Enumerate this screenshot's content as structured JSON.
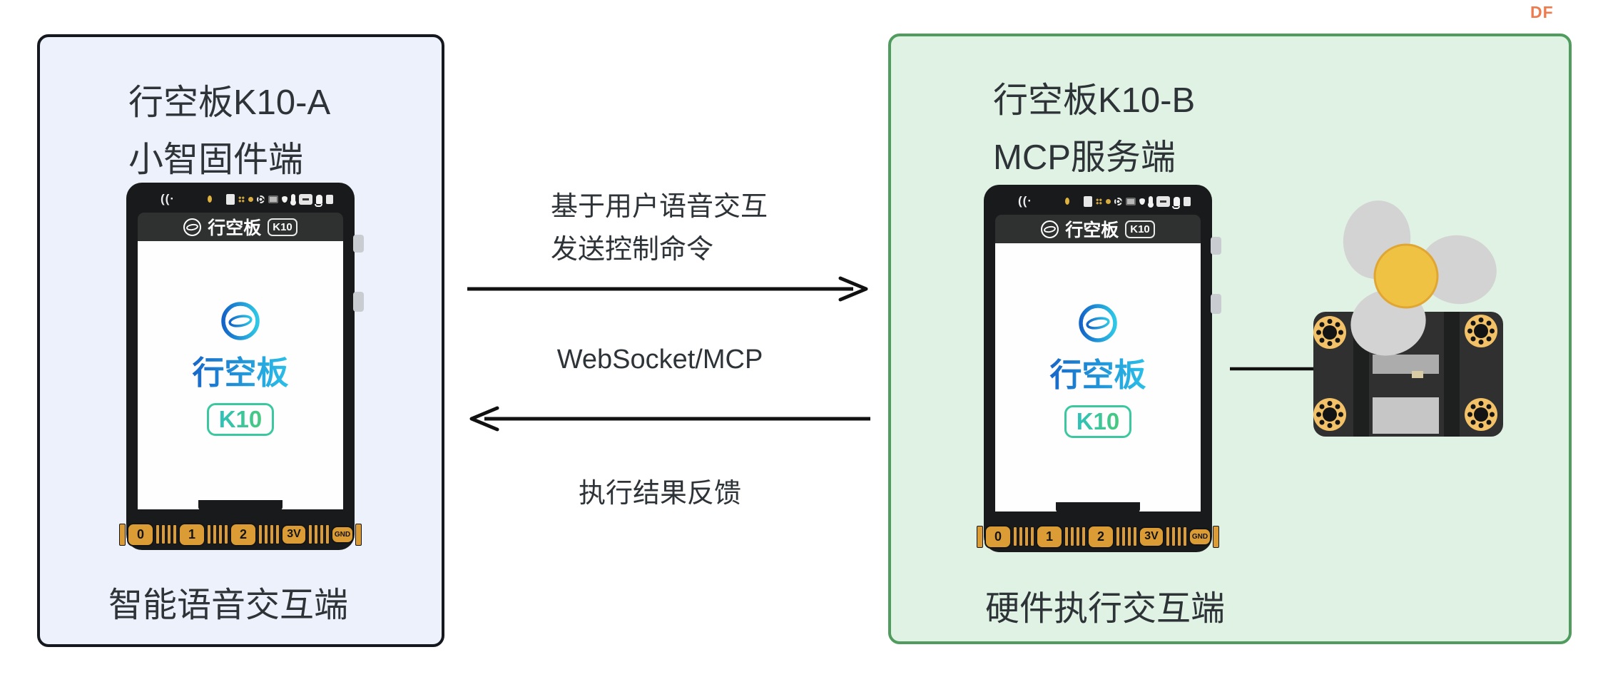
{
  "brand_badge": "DF",
  "left_panel": {
    "title_line1": "行空板K10-A",
    "title_line2": "小智固件端",
    "caption": "智能语音交互端"
  },
  "right_panel": {
    "title_line1": "行空板K10-B",
    "title_line2": "MCP服务端",
    "caption": "硬件执行交互端"
  },
  "connection": {
    "request_line1": "基于用户语音交互",
    "request_line2": "发送控制命令",
    "protocol": "WebSocket/MCP",
    "response": "执行结果反馈"
  },
  "device": {
    "wifi_glyph": "((·",
    "brand": "行空板",
    "model": "K10",
    "screen_brand": "行空板",
    "screen_model": "K10",
    "pins": [
      "0",
      "1",
      "2",
      "3V",
      "GND"
    ]
  },
  "colors": {
    "left_panel_bg": "#ECF1FB",
    "left_panel_border": "#15181E",
    "right_panel_bg": "#E0F2E3",
    "right_panel_border": "#4F9C5E",
    "df_orange": "#ED7B4D",
    "text": "#2E3338",
    "screen_brand_gradient_start": "#1767C8",
    "screen_brand_gradient_end": "#2BC0E8",
    "screen_badge_teal": "#3BC8A0",
    "pin_gold": "#DB9C36",
    "fan_hub_yellow": "#F0C243",
    "fan_blade_gray": "#D3D3D3",
    "fan_board_dark": "#2F302F"
  }
}
